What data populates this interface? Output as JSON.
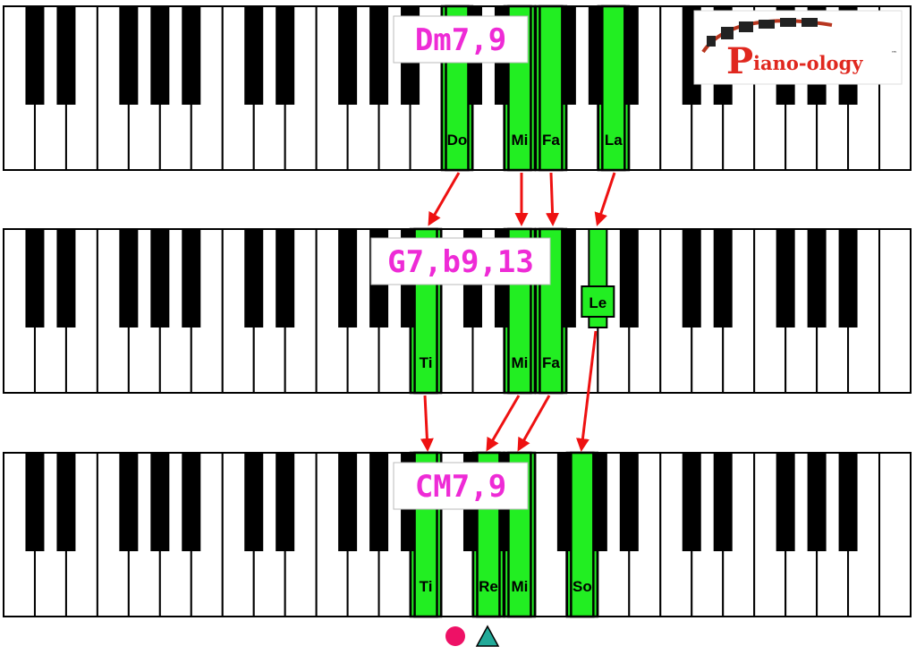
{
  "logo": {
    "text": "iano-ology",
    "initial": "P",
    "trademark": "™",
    "color": "#e0281f"
  },
  "colors": {
    "highlight": "#22ee22",
    "chord_label": "#ee2bd6",
    "arrow": "#ee1111",
    "circle": "#ee1166",
    "triangle": "#22aa99"
  },
  "keyboards": [
    {
      "chord": "Dm7,9",
      "notes": [
        {
          "type": "white",
          "index": 14,
          "label": "Do"
        },
        {
          "type": "white",
          "index": 16,
          "label": "Mi"
        },
        {
          "type": "white",
          "index": 17,
          "label": "Fa"
        },
        {
          "type": "white",
          "index": 19,
          "label": "La"
        }
      ]
    },
    {
      "chord": "G7,b9,13",
      "notes": [
        {
          "type": "white",
          "index": 13,
          "label": "Ti"
        },
        {
          "type": "white",
          "index": 16,
          "label": "Mi"
        },
        {
          "type": "white",
          "index": 17,
          "label": "Fa"
        },
        {
          "type": "black",
          "index": 18,
          "label": "Le"
        }
      ]
    },
    {
      "chord": "CM7,9",
      "notes": [
        {
          "type": "white",
          "index": 13,
          "label": "Ti"
        },
        {
          "type": "white",
          "index": 15,
          "label": "Re"
        },
        {
          "type": "white",
          "index": 16,
          "label": "Mi"
        },
        {
          "type": "white",
          "index": 18,
          "label": "So"
        }
      ]
    }
  ],
  "markers": [
    {
      "shape": "circle",
      "name": "root-marker"
    },
    {
      "shape": "triangle",
      "name": "ninth-marker"
    }
  ]
}
